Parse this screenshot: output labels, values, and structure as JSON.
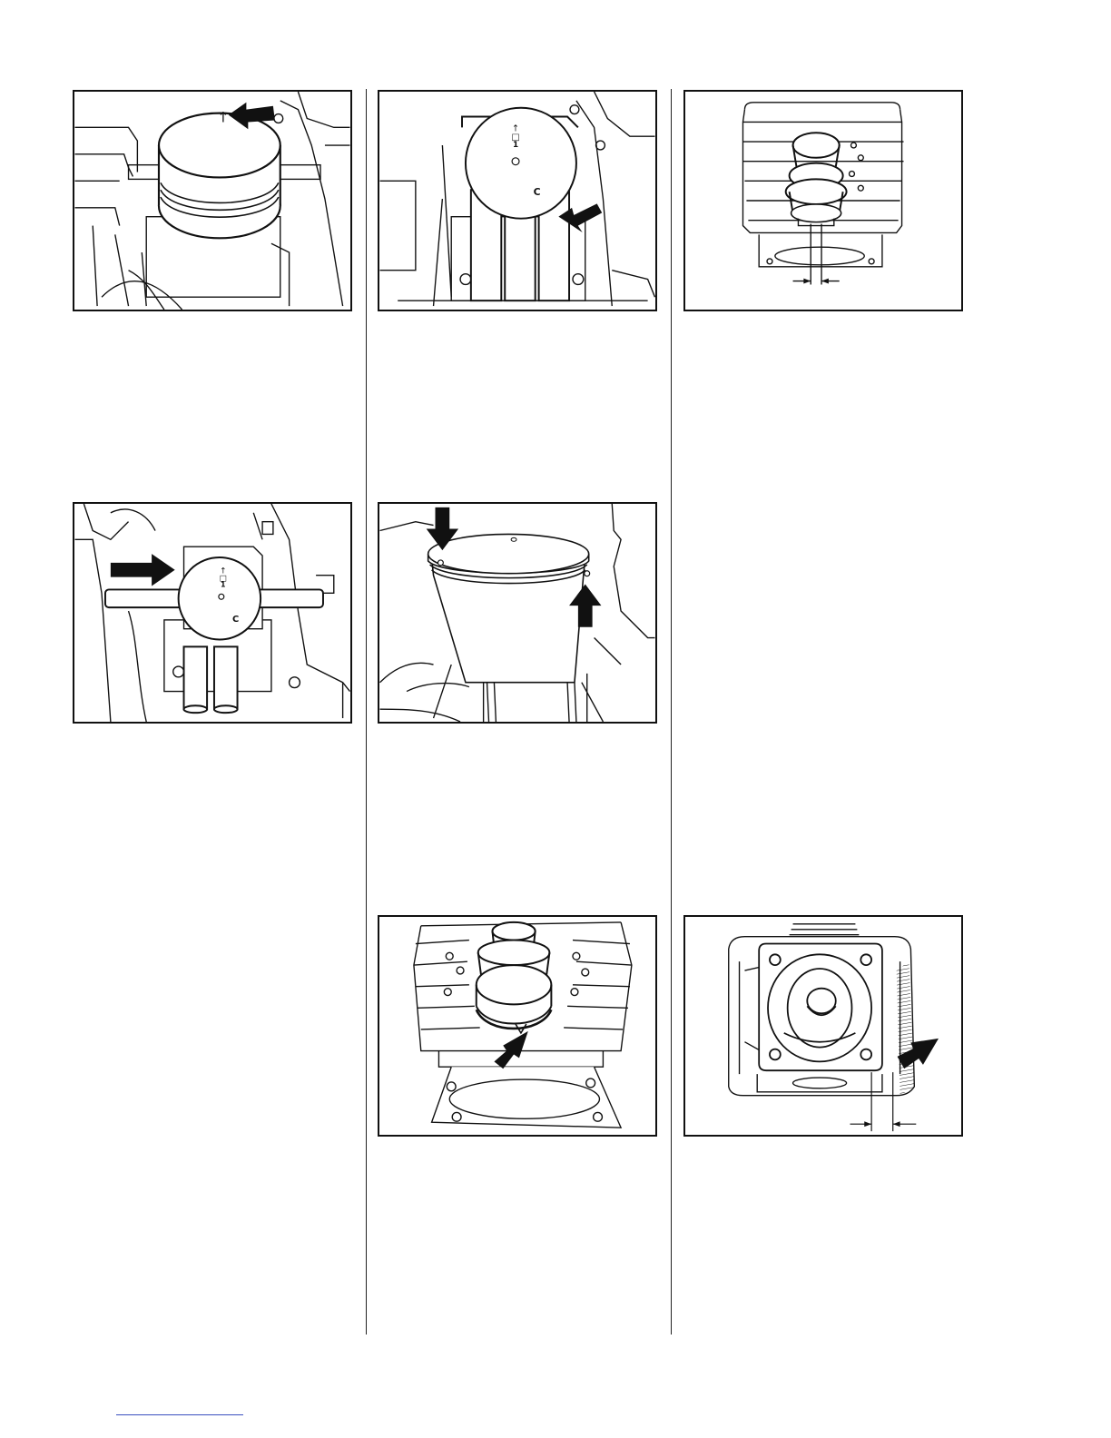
{
  "page": {
    "figures": [
      {
        "id": "fig-1",
        "markings": [
          "↑"
        ]
      },
      {
        "id": "fig-2",
        "markings": [
          "↑",
          "□",
          "1",
          "C"
        ]
      },
      {
        "id": "fig-3",
        "markings": []
      },
      {
        "id": "fig-4",
        "markings": [
          "↑",
          "□",
          "1",
          "C"
        ]
      },
      {
        "id": "fig-5",
        "markings": []
      },
      {
        "id": "fig-6",
        "markings": []
      },
      {
        "id": "fig-7",
        "markings": []
      }
    ]
  },
  "icons": {
    "pointer": "arrow-pointer-icon",
    "dimension": "dimension-arrows-icon"
  },
  "colors": {
    "ink": "#111111",
    "paper": "#ffffff",
    "footer_rule": "#3a4fc0"
  }
}
